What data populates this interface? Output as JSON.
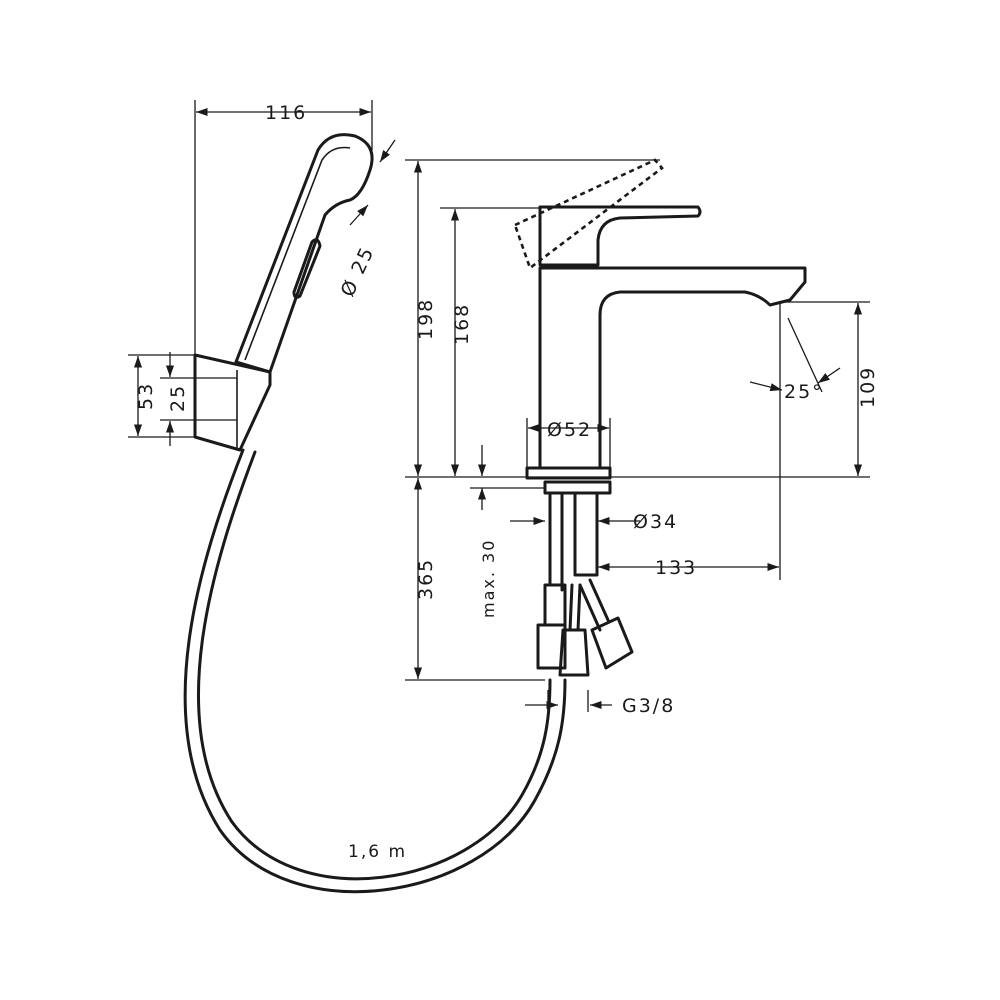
{
  "dimensions": {
    "shower_length": "116",
    "shower_head_diameter": "Ø 25",
    "holder_height": "53",
    "holder_inner": "25",
    "total_height_lever_open": "198",
    "height": "168",
    "body_diameter": "Ø52",
    "spray_angle": "25°",
    "spout_height": "109",
    "shank_diameter": "Ø34",
    "spout_reach": "133",
    "below_counter": "365",
    "max_counter_thickness": "max. 30",
    "connection": "G3/8",
    "hose_length": "1,6 m"
  }
}
